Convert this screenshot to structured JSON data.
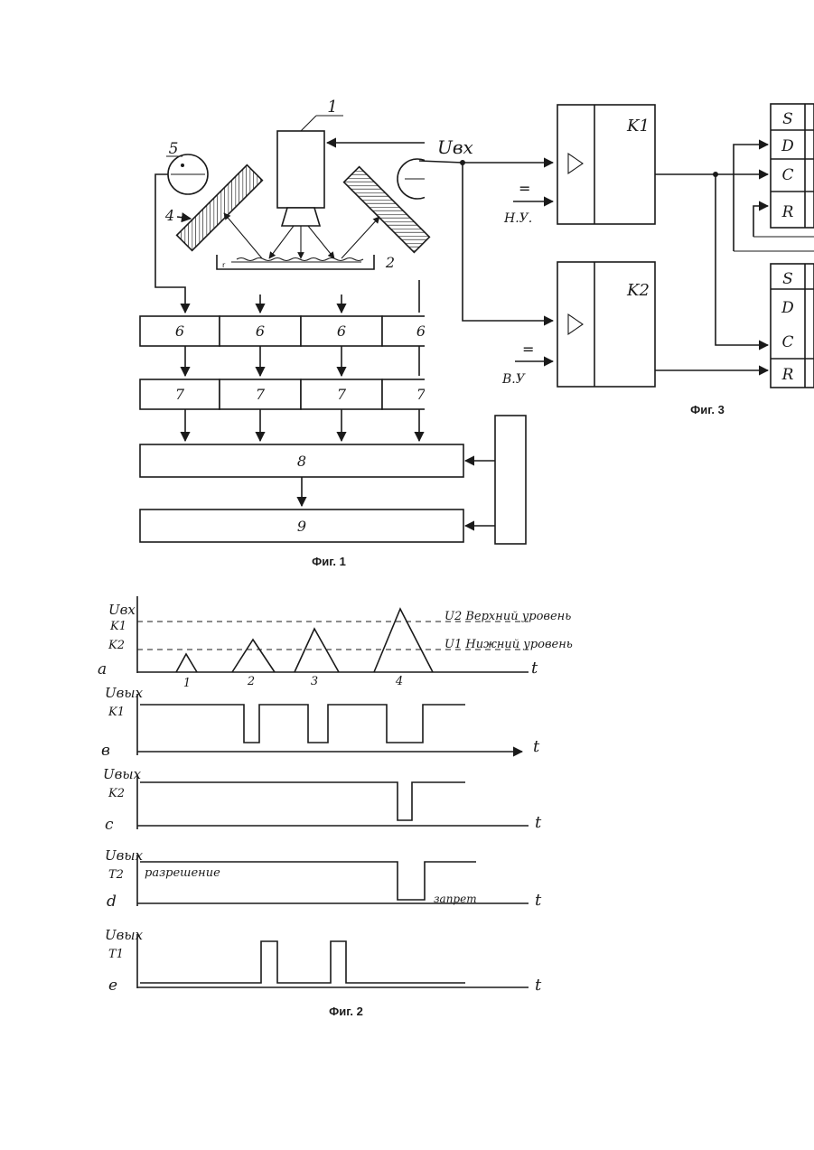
{
  "fig1": {
    "caption": "Фиг. 1",
    "labels": {
      "camera": "1",
      "sample": "2",
      "lamp": "5",
      "mirror": "4",
      "tray_mark": "r"
    },
    "row6": [
      "6",
      "6",
      "6",
      "6"
    ],
    "row7": [
      "7",
      "7",
      "7",
      "7"
    ],
    "block8": "8",
    "block9": "9"
  },
  "fig3": {
    "caption": "Фиг. 3",
    "input_label": "Uвх",
    "comparators": [
      {
        "name": "K1",
        "ref_label": "Н.У."
      },
      {
        "name": "K2",
        "ref_label": "В.У"
      }
    ],
    "ref_symbol": "=",
    "trigger_pins": [
      "S",
      "D",
      "C",
      "R"
    ]
  },
  "fig2": {
    "caption": "Фиг. 2",
    "axis_t": "t",
    "panel_a": {
      "letter": "a",
      "y_label": "Uвх",
      "k1": "K1",
      "k2": "K2",
      "upper_level": "U2 Верхний уровень",
      "lower_level": "U1 Нижний уровень",
      "pulse_labels": [
        "1",
        "2",
        "3",
        "4"
      ]
    },
    "panel_b": {
      "letter": "в",
      "y_label": "Uвых",
      "sub": "K1"
    },
    "panel_c": {
      "letter": "c",
      "y_label": "Uвых",
      "sub": "K2"
    },
    "panel_d": {
      "letter": "d",
      "y_label": "Uвых",
      "sub": "T2",
      "allow": "разрешение",
      "deny": "запрет"
    },
    "panel_e": {
      "letter": "e",
      "y_label": "Uвых",
      "sub": "T1"
    }
  },
  "colors": {
    "ink": "#1a1a1a",
    "paper": "#ffffff"
  }
}
